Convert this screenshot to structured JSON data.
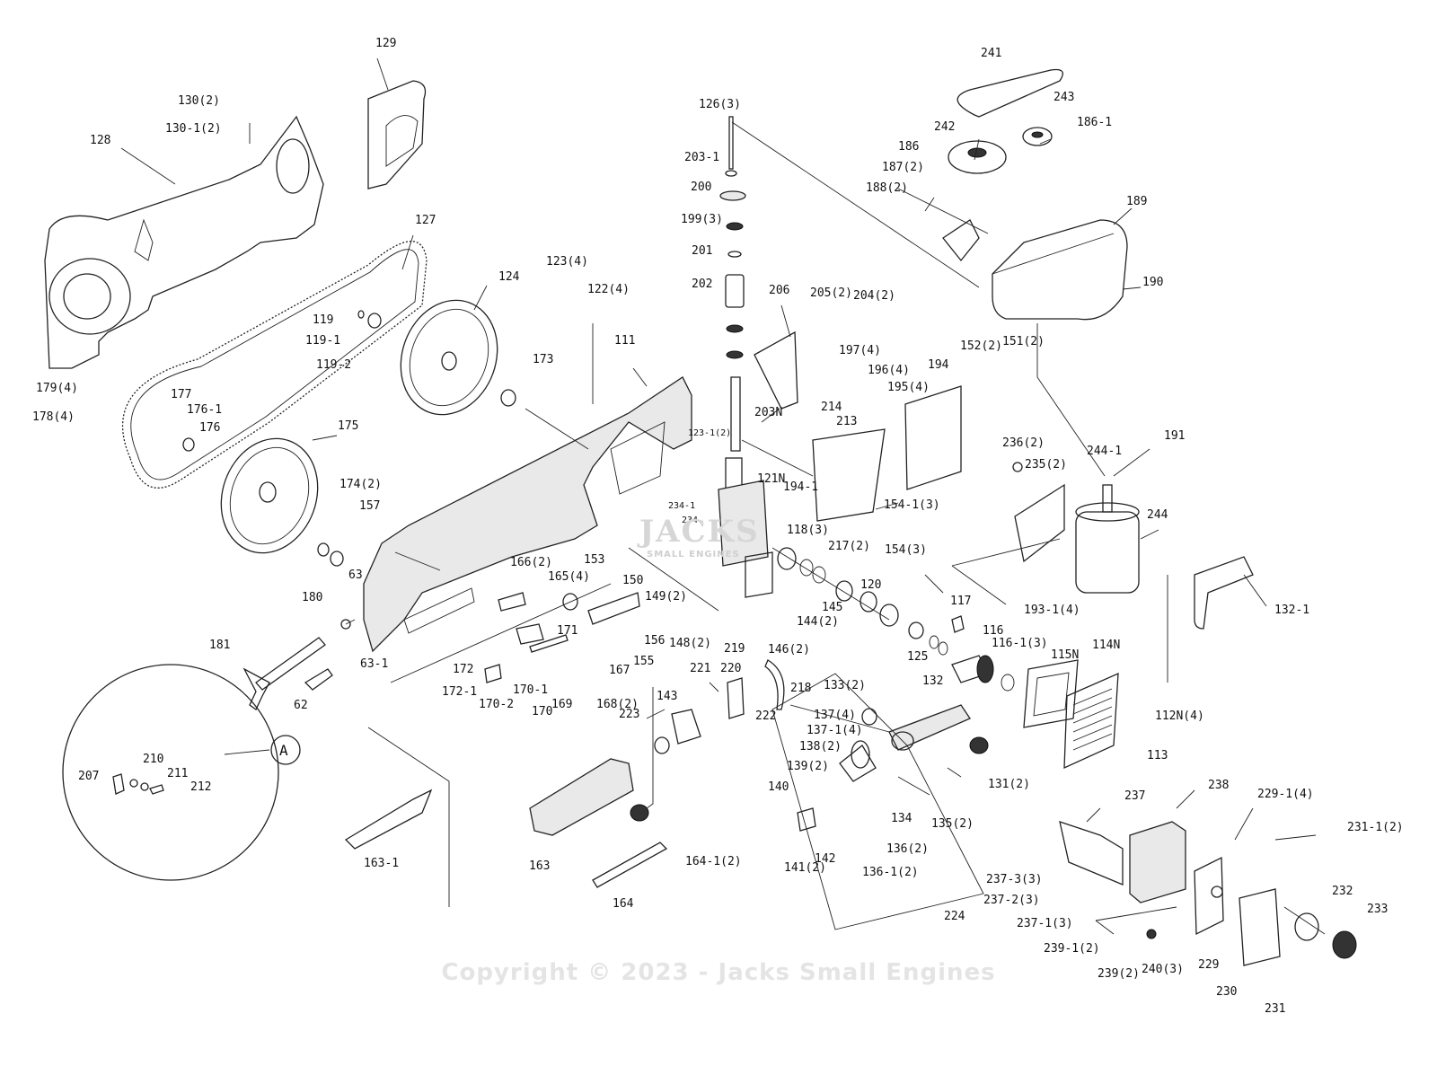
{
  "copyright": "Copyright © 2023 - Jacks Small Engines",
  "watermark": {
    "brand": "JACKS",
    "sub": "SMALL ENGINES"
  },
  "detail_callout": "A",
  "parts": [
    {
      "id": "p241",
      "text": "241"
    },
    {
      "id": "p243",
      "text": "243"
    },
    {
      "id": "p186-1",
      "text": "186-1"
    },
    {
      "id": "p242",
      "text": "242"
    },
    {
      "id": "p186",
      "text": "186"
    },
    {
      "id": "p187",
      "text": "187(2)"
    },
    {
      "id": "p188",
      "text": "188(2)"
    },
    {
      "id": "p189",
      "text": "189"
    },
    {
      "id": "p190",
      "text": "190"
    },
    {
      "id": "p129",
      "text": "129"
    },
    {
      "id": "p130",
      "text": "130(2)"
    },
    {
      "id": "p130-1",
      "text": "130-1(2)"
    },
    {
      "id": "p128",
      "text": "128"
    },
    {
      "id": "p127",
      "text": "127"
    },
    {
      "id": "p126",
      "text": "126(3)"
    },
    {
      "id": "p203-1",
      "text": "203-1"
    },
    {
      "id": "p200",
      "text": "200"
    },
    {
      "id": "p199",
      "text": "199(3)"
    },
    {
      "id": "p201",
      "text": "201"
    },
    {
      "id": "p202",
      "text": "202"
    },
    {
      "id": "p206",
      "text": "206"
    },
    {
      "id": "p205",
      "text": "205(2)"
    },
    {
      "id": "p204",
      "text": "204(2)"
    },
    {
      "id": "p197",
      "text": "197(4)"
    },
    {
      "id": "p196",
      "text": "196(4)"
    },
    {
      "id": "p195",
      "text": "195(4)"
    },
    {
      "id": "p194",
      "text": "194"
    },
    {
      "id": "p152",
      "text": "152(2)"
    },
    {
      "id": "p151",
      "text": "151(2)"
    },
    {
      "id": "p123",
      "text": "123(4)"
    },
    {
      "id": "p122",
      "text": "122(4)"
    },
    {
      "id": "p124",
      "text": "124"
    },
    {
      "id": "p119",
      "text": "119"
    },
    {
      "id": "p119-1",
      "text": "119-1"
    },
    {
      "id": "p119-2",
      "text": "119-2"
    },
    {
      "id": "p179",
      "text": "179(4)"
    },
    {
      "id": "p178",
      "text": "178(4)"
    },
    {
      "id": "p177",
      "text": "177"
    },
    {
      "id": "p176-1",
      "text": "176-1"
    },
    {
      "id": "p176",
      "text": "176"
    },
    {
      "id": "p175",
      "text": "175"
    },
    {
      "id": "p111",
      "text": "111"
    },
    {
      "id": "p173",
      "text": "173"
    },
    {
      "id": "p203N",
      "text": "203N"
    },
    {
      "id": "p214",
      "text": "214"
    },
    {
      "id": "p213",
      "text": "213"
    },
    {
      "id": "p123-1",
      "text": "123-1(2)"
    },
    {
      "id": "p121N",
      "text": "121N"
    },
    {
      "id": "p194-1",
      "text": "194-1"
    },
    {
      "id": "p236",
      "text": "236(2)"
    },
    {
      "id": "p235",
      "text": "235(2)"
    },
    {
      "id": "p244-1",
      "text": "244-1"
    },
    {
      "id": "p191",
      "text": "191"
    },
    {
      "id": "p174",
      "text": "174(2)"
    },
    {
      "id": "p157",
      "text": "157"
    },
    {
      "id": "p234-1",
      "text": "234-1"
    },
    {
      "id": "p234",
      "text": "234"
    },
    {
      "id": "p154-1",
      "text": "154-1(3)"
    },
    {
      "id": "p154",
      "text": "154(3)"
    },
    {
      "id": "p244",
      "text": "244"
    },
    {
      "id": "p118",
      "text": "118(3)"
    },
    {
      "id": "p217",
      "text": "217(2)"
    },
    {
      "id": "p63",
      "text": "63"
    },
    {
      "id": "p166",
      "text": "166(2)"
    },
    {
      "id": "p165",
      "text": "165(4)"
    },
    {
      "id": "p153",
      "text": "153"
    },
    {
      "id": "p150",
      "text": "150"
    },
    {
      "id": "p120",
      "text": "120"
    },
    {
      "id": "p145",
      "text": "145"
    },
    {
      "id": "p180",
      "text": "180"
    },
    {
      "id": "p149",
      "text": "149(2)"
    },
    {
      "id": "p117",
      "text": "117"
    },
    {
      "id": "p193-1",
      "text": "193-1(4)"
    },
    {
      "id": "p132-1",
      "text": "132-1"
    },
    {
      "id": "p144",
      "text": "144(2)"
    },
    {
      "id": "p171",
      "text": "171"
    },
    {
      "id": "p181",
      "text": "181"
    },
    {
      "id": "p156",
      "text": "156"
    },
    {
      "id": "p148",
      "text": "148(2)"
    },
    {
      "id": "p146",
      "text": "146(2)"
    },
    {
      "id": "p116",
      "text": "116"
    },
    {
      "id": "p116-1",
      "text": "116-1(3)"
    },
    {
      "id": "p125",
      "text": "125"
    },
    {
      "id": "p219",
      "text": "219"
    },
    {
      "id": "p115N",
      "text": "115N"
    },
    {
      "id": "p114N",
      "text": "114N"
    },
    {
      "id": "p155",
      "text": "155"
    },
    {
      "id": "p221",
      "text": "221"
    },
    {
      "id": "p220",
      "text": "220"
    },
    {
      "id": "p63-1",
      "text": "63-1"
    },
    {
      "id": "p172",
      "text": "172"
    },
    {
      "id": "p167",
      "text": "167"
    },
    {
      "id": "p218",
      "text": "218"
    },
    {
      "id": "p132",
      "text": "132"
    },
    {
      "id": "p112N",
      "text": "112N(4)"
    },
    {
      "id": "p133",
      "text": "133(2)"
    },
    {
      "id": "p172-1",
      "text": "172-1"
    },
    {
      "id": "p170-1",
      "text": "170-1"
    },
    {
      "id": "p169",
      "text": "169"
    },
    {
      "id": "p168",
      "text": "168(2)"
    },
    {
      "id": "p143",
      "text": "143"
    },
    {
      "id": "p62",
      "text": "62"
    },
    {
      "id": "p170-2",
      "text": "170-2"
    },
    {
      "id": "p170",
      "text": "170"
    },
    {
      "id": "p223",
      "text": "223"
    },
    {
      "id": "p222",
      "text": "222"
    },
    {
      "id": "p137",
      "text": "137(4)"
    },
    {
      "id": "p137-1",
      "text": "137-1(4)"
    },
    {
      "id": "p113",
      "text": "113"
    },
    {
      "id": "p138",
      "text": "138(2)"
    },
    {
      "id": "p139",
      "text": "139(2)"
    },
    {
      "id": "p131",
      "text": "131(2)"
    },
    {
      "id": "p210",
      "text": "210"
    },
    {
      "id": "p207",
      "text": "207"
    },
    {
      "id": "p211",
      "text": "211"
    },
    {
      "id": "p212",
      "text": "212"
    },
    {
      "id": "p140",
      "text": "140"
    },
    {
      "id": "p134",
      "text": "134"
    },
    {
      "id": "p135",
      "text": "135(2)"
    },
    {
      "id": "p237",
      "text": "237"
    },
    {
      "id": "p238",
      "text": "238"
    },
    {
      "id": "p229-1",
      "text": "229-1(4)"
    },
    {
      "id": "p163",
      "text": "163"
    },
    {
      "id": "p231-1",
      "text": "231-1(2)"
    },
    {
      "id": "p163-1",
      "text": "163-1"
    },
    {
      "id": "p164-1",
      "text": "164-1(2)"
    },
    {
      "id": "p141",
      "text": "141(2)"
    },
    {
      "id": "p142",
      "text": "142"
    },
    {
      "id": "p136",
      "text": "136(2)"
    },
    {
      "id": "p136-1",
      "text": "136-1(2)"
    },
    {
      "id": "p237-3",
      "text": "237-3(3)"
    },
    {
      "id": "p164",
      "text": "164"
    },
    {
      "id": "p232",
      "text": "232"
    },
    {
      "id": "p233",
      "text": "233"
    },
    {
      "id": "p237-2",
      "text": "237-2(3)"
    },
    {
      "id": "p224",
      "text": "224"
    },
    {
      "id": "p237-1",
      "text": "237-1(3)"
    },
    {
      "id": "p239-1",
      "text": "239-1(2)"
    },
    {
      "id": "p229",
      "text": "229"
    },
    {
      "id": "p240",
      "text": "240(3)"
    },
    {
      "id": "p239",
      "text": "239(2)"
    },
    {
      "id": "p230",
      "text": "230"
    },
    {
      "id": "p231",
      "text": "231"
    }
  ]
}
